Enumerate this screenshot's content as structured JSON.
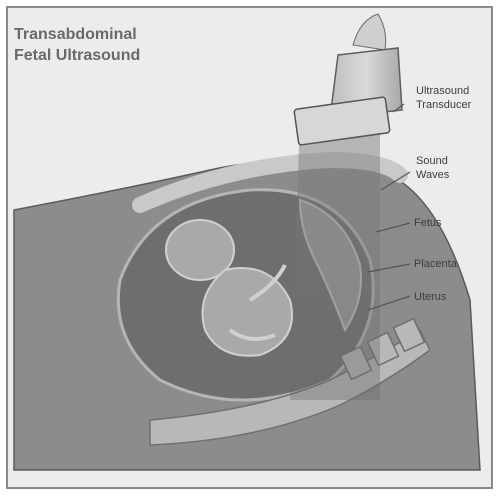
{
  "figure": {
    "title": "Transabdominal\nFetal Ultrasound",
    "labels": {
      "transducer": "Ultrasound\nTransducer",
      "sound_waves": "Sound\nWaves",
      "fetus": "Fetus",
      "placenta": "Placenta",
      "uterus": "Uterus"
    }
  }
}
